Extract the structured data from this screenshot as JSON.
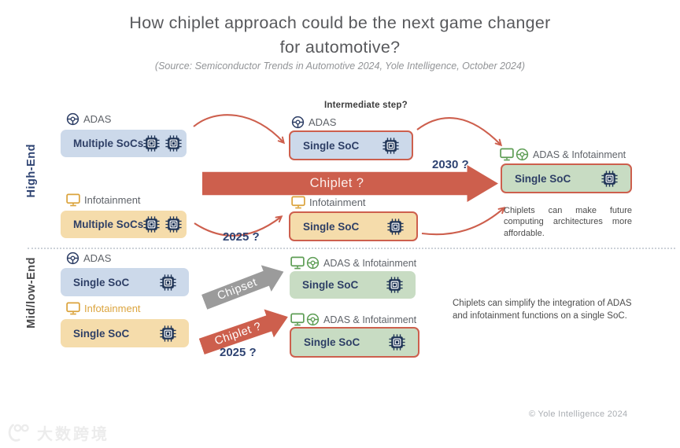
{
  "header": {
    "title": "How chiplet approach could be the next game changer\nfor automotive?",
    "subtitle": "(Source: Semiconductor Trends in Automotive 2024, Yole Intelligence, October 2024)"
  },
  "sections": {
    "high_end": "High-End",
    "mid_low_end": "Mid/low-End"
  },
  "labels": {
    "adas": "ADAS",
    "infotainment": "Infotainment",
    "adas_infotainment": "ADAS & Infotainment",
    "multiple_socs": "Multiple SoCs",
    "single_soc": "Single SoC",
    "intermediate_step": "Intermediate step?"
  },
  "arrows": {
    "chiplet_main": "Chiplet ?",
    "chipset": "Chipset",
    "chiplet_small": "Chiplet ?"
  },
  "years": {
    "to_2030": "2030 ?",
    "to_2025_high": "2025 ?",
    "to_2025_low": "2025 ?"
  },
  "notes": {
    "affordable": "Chiplets can make future computing architectures more affordable.",
    "simplify": "Chiplets can simplify the integration of ADAS and infotainment functions on a single SoC."
  },
  "footer": {
    "copyright": "© Yole Intelligence 2024",
    "watermark": "大数跨境"
  },
  "icons": {
    "steering_wheel": "steering-wheel-icon",
    "monitor": "monitor-icon",
    "chip": "soc-chip-icon"
  },
  "colors": {
    "accent_red": "#cd5f4d",
    "navy": "#2e3f66",
    "box_blue": "#ccd9ea",
    "box_tan": "#f5dcab",
    "box_green": "#c8dcc3",
    "icon_orange": "#dba33c",
    "icon_green": "#5f9e56",
    "gray_arrow": "#9b9b9b"
  }
}
